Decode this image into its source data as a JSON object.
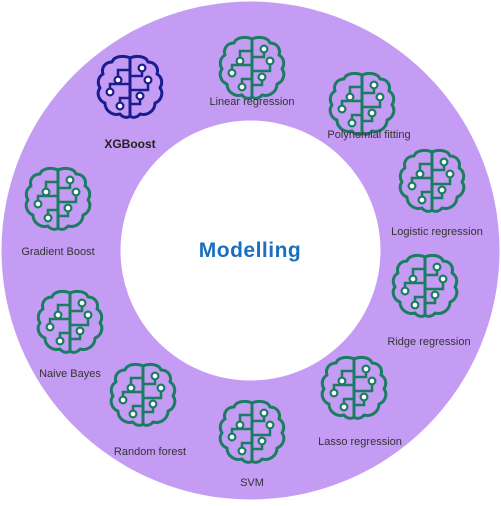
{
  "center": {
    "title": "Modelling",
    "color": "#1a6fc0"
  },
  "ring": {
    "fill": "#c49cf3"
  },
  "icon_name": "ml-brain-circuit-icon",
  "items": [
    {
      "label": "Linear regression",
      "color": "#1a7d62",
      "highlighted": false
    },
    {
      "label": "Polynomial fitting",
      "color": "#1a7d62",
      "highlighted": false
    },
    {
      "label": "Logistic regression",
      "color": "#1a7d62",
      "highlighted": false
    },
    {
      "label": "Ridge regression",
      "color": "#1a7d62",
      "highlighted": false
    },
    {
      "label": "Lasso regression",
      "color": "#1a7d62",
      "highlighted": false
    },
    {
      "label": "SVM",
      "color": "#1a7d62",
      "highlighted": false
    },
    {
      "label": "Random forest",
      "color": "#1a7d62",
      "highlighted": false
    },
    {
      "label": "Naive Bayes",
      "color": "#1a7d62",
      "highlighted": false
    },
    {
      "label": "Gradient Boost",
      "color": "#1a7d62",
      "highlighted": false
    },
    {
      "label": "XGBoost",
      "color": "#1a1d8f",
      "highlighted": true
    }
  ]
}
